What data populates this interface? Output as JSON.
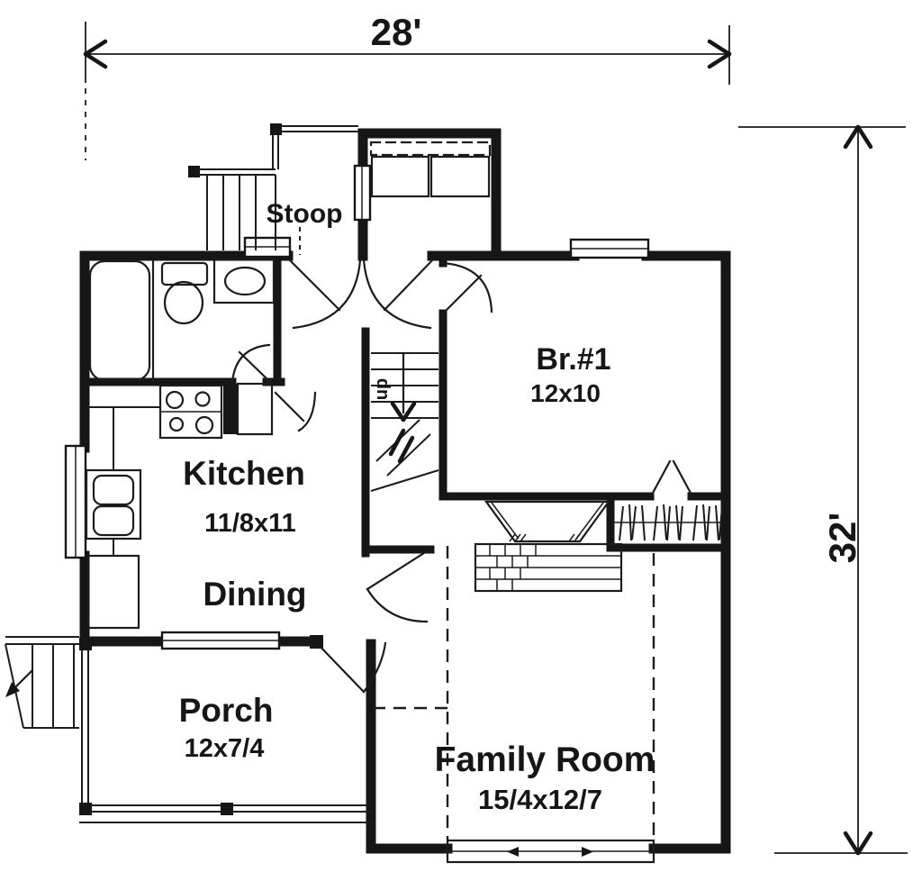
{
  "plan": {
    "title": "house-first-floor-plan",
    "dimensions": {
      "width": "28'",
      "height": "32'"
    },
    "rooms": {
      "stoop": {
        "label": "Stoop"
      },
      "bedroom1": {
        "label": "Br.#1",
        "size": "12x10"
      },
      "kitchen": {
        "label": "Kitchen",
        "size": "11/8x11"
      },
      "dining": {
        "label": "Dining"
      },
      "porch": {
        "label": "Porch",
        "size": "12x7/4"
      },
      "family": {
        "label": "Family Room",
        "size": "15/4x12/7"
      }
    },
    "stairs": {
      "label": "up"
    },
    "colors": {
      "ink": "#161616",
      "paper": "#ffffff"
    }
  }
}
